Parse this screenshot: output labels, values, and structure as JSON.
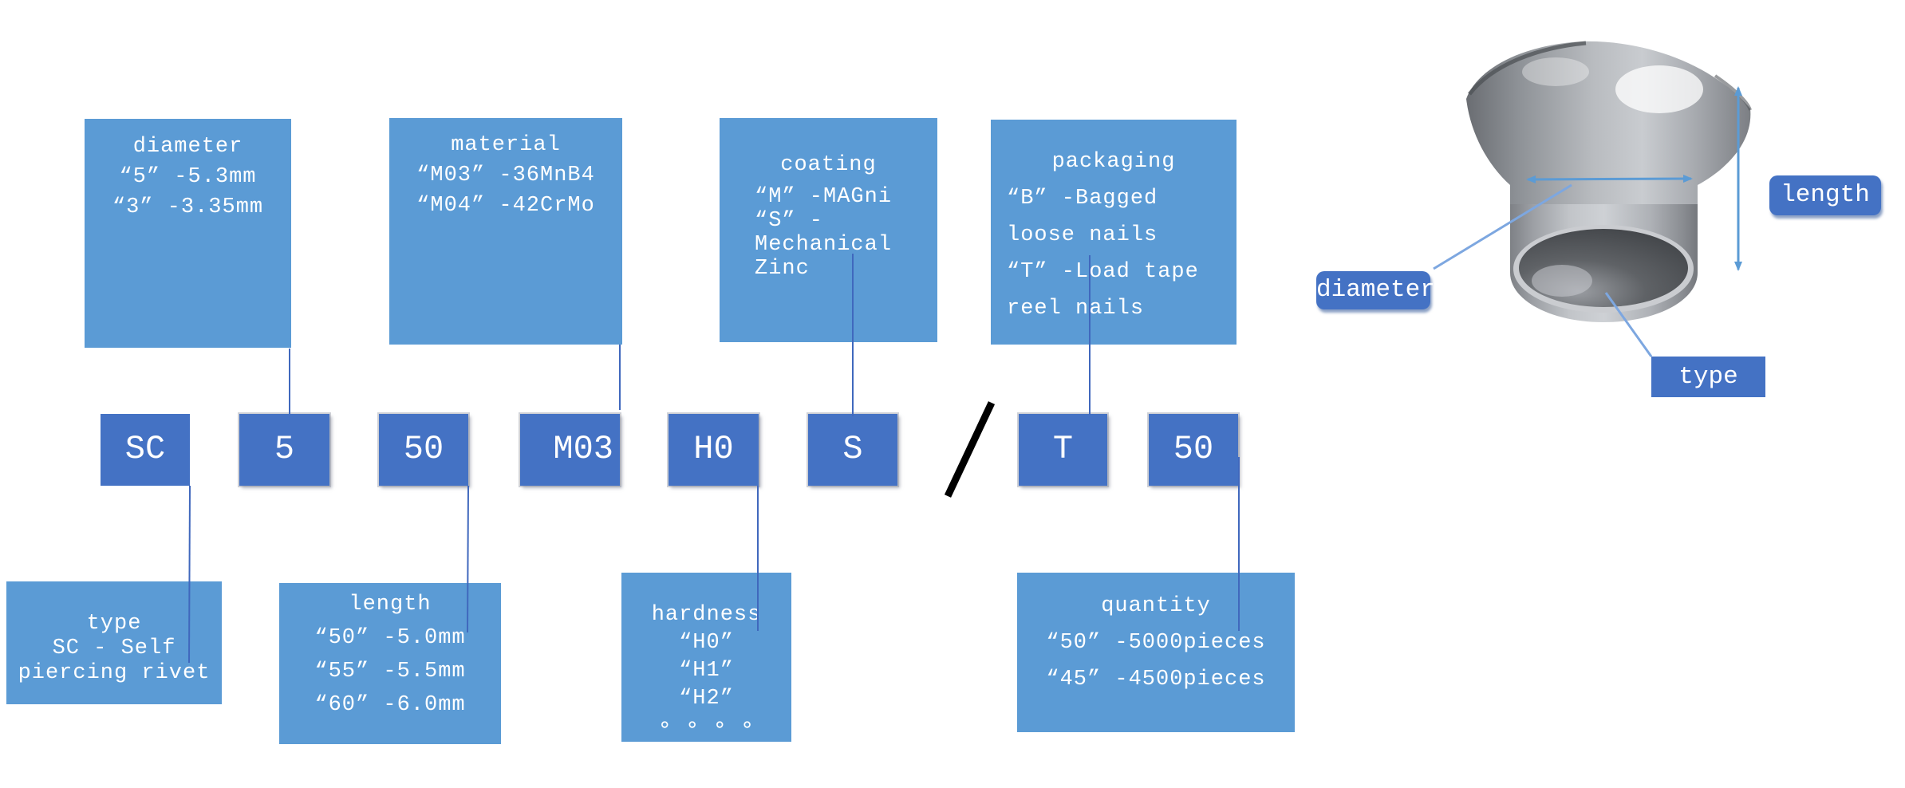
{
  "scheme": {
    "top_boxes": [
      {
        "title": "diameter",
        "lines": [
          "“5” -5.3mm",
          "“3” -3.35mm"
        ]
      },
      {
        "title": "material",
        "lines": [
          "“M03” -36MnB4",
          "“M04” -42CrMo"
        ]
      },
      {
        "title": "coating",
        "lines": [
          "“M” -MAGni",
          "“S” -",
          "Mechanical",
          "Zinc"
        ]
      },
      {
        "title": "packaging",
        "lines": [
          "“B” -Bagged",
          "loose nails",
          "“T” -Load tape",
          "reel nails"
        ]
      }
    ],
    "bottom_boxes": [
      {
        "title": "type",
        "lines": [
          "SC - Self",
          "piercing rivet"
        ]
      },
      {
        "title": "length",
        "lines": [
          "“50” -5.0mm",
          "“55” -5.5mm",
          "“60” -6.0mm"
        ]
      },
      {
        "title": "hardness",
        "lines": [
          "“H0”",
          "“H1”",
          "“H2”",
          "∘ ∘ ∘ ∘"
        ]
      },
      {
        "title": "quantity",
        "lines": [
          "“50” -5000pieces",
          "“45” -4500pieces"
        ]
      }
    ],
    "code_segments": [
      "SC",
      "5",
      "50",
      "M03",
      "H0",
      "S",
      "T",
      "50"
    ],
    "separator": "/"
  },
  "rivet": {
    "labels": {
      "length": "length",
      "diameter": "diameter",
      "type": "type"
    }
  },
  "colors": {
    "info_box": "#5B9BD5",
    "code_box": "#4472C4",
    "badge": "#4472C4",
    "connector_line": "#4068bd",
    "arrow": "#5B9BD5",
    "slash": "#000000"
  }
}
